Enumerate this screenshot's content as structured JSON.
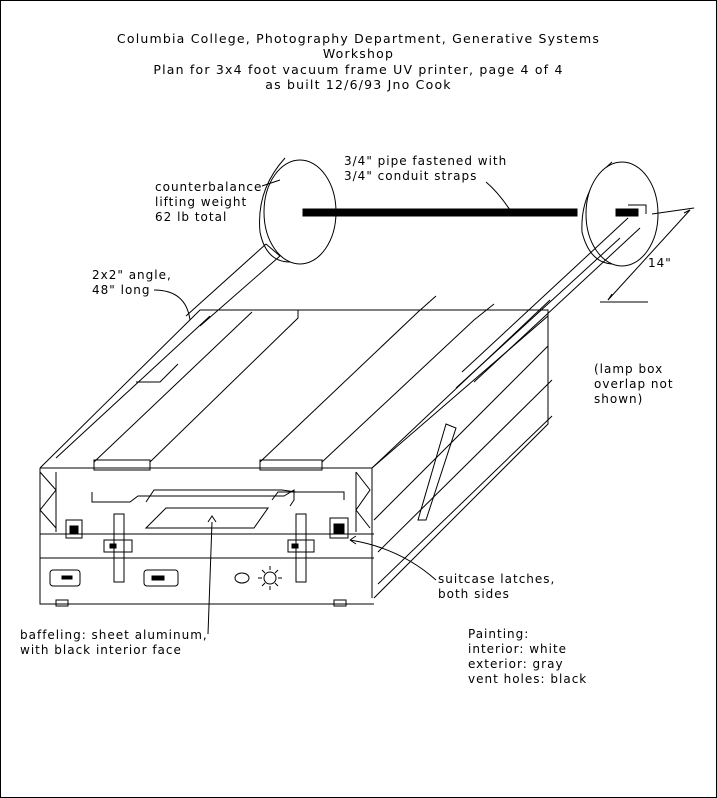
{
  "header": {
    "line1": "Columbia College, Photography Department, Generative Systems",
    "line2": "Workshop",
    "line3": "Plan for 3x4 foot vacuum frame UV printer, page 4  of 4",
    "line4": "as built 12/6/93  Jno Cook"
  },
  "labels": {
    "counterbalance": [
      "counterbalance",
      "lifting weight",
      "62  lb total"
    ],
    "pipe": [
      "3/4\" pipe fastened with",
      "3/4\" conduit straps"
    ],
    "angle": [
      "2x2\" angle,",
      "48\" long"
    ],
    "dimension": "14\"",
    "lamp_box": [
      "(lamp box",
      "overlap not",
      "shown)"
    ],
    "latches": [
      "suitcase latches,",
      "both sides"
    ],
    "baffling": [
      "baffeling: sheet aluminum,",
      "with black interior face"
    ],
    "painting": [
      "Painting:",
      "interior: white",
      "exterior: gray",
      "vent holes: black"
    ]
  },
  "colors": {
    "ink": "#000000",
    "paper": "#ffffff"
  }
}
